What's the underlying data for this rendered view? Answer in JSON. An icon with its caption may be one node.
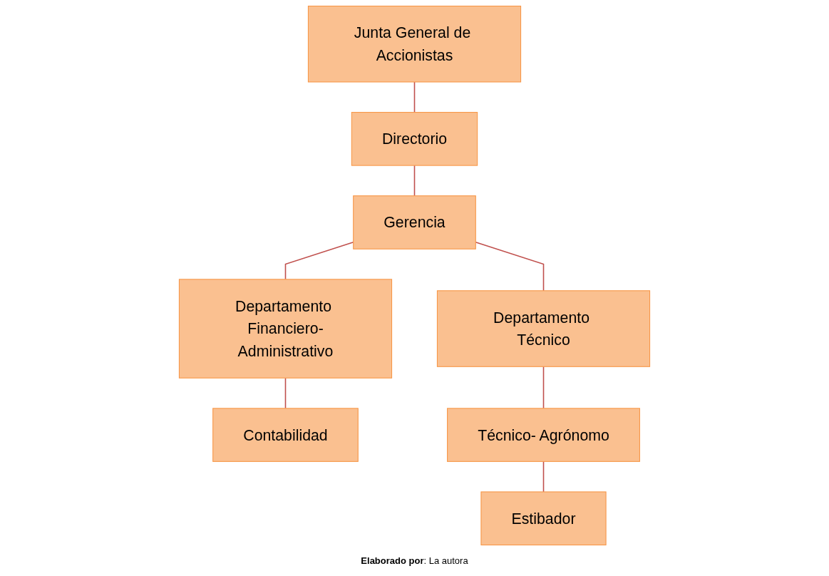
{
  "diagram": {
    "caption": "**Elaborado por**: La autora",
    "nodes": [
      {
        "text": [
          "Junta General de Accionistas"
        ]
      },
      {
        "text": [
          "Directorio"
        ]
      },
      {
        "text": [
          "Gerencia"
        ]
      },
      {
        "text": [
          "Departamento Financiero-Administrativo"
        ]
      },
      {
        "text": [
          "Contabilidad"
        ]
      },
      {
        "text": [
          "Departamento Técnico"
        ]
      },
      {
        "text": [
          "Técnico- Agrónomo"
        ]
      },
      {
        "text": [
          "Estibador"
        ]
      }
    ],
    "edges": [
      {
        "from": 0,
        "to": 1,
        "arrow": "none"
      },
      {
        "from": 1,
        "to": 2,
        "arrow": "none"
      },
      {
        "from": 2,
        "to": 3,
        "arrow": "none"
      },
      {
        "from": 2,
        "to": 5,
        "arrow": "none"
      },
      {
        "from": 3,
        "to": 4,
        "arrow": "none"
      },
      {
        "from": 5,
        "to": 6,
        "arrow": "none"
      },
      {
        "from": 6,
        "to": 7,
        "arrow": "none"
      }
    ]
  }
}
